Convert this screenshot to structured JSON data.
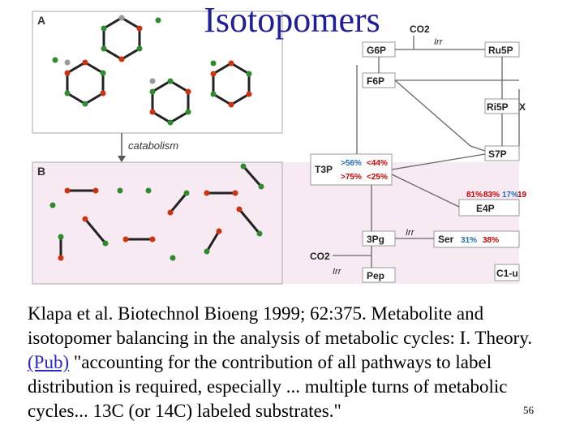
{
  "slide": {
    "title": "Isotopomers",
    "number": "56"
  },
  "figure": {
    "panel_a_label": "A",
    "panel_b_label": "B",
    "catabolism_label": "catabolism",
    "metabolites": {
      "g6p": "G6P",
      "f6p": "F6P",
      "ru5p": "Ru5P",
      "ri5p": "Ri5P",
      "x_partial": "X",
      "s7p": "S7P",
      "t3p": "T3P",
      "e4p": "E4P",
      "pg3": "3Pg",
      "ser": "Ser",
      "pep": "Pep",
      "c1u": "C1-u",
      "co2_top": "CO2",
      "co2_bottom": "CO2"
    },
    "irr_labels": [
      "Irr",
      "Irr",
      "Irr"
    ],
    "percentages": {
      "t3p_1": ">56%",
      "t3p_2": "<44%",
      "t3p_3": ">75%",
      "t3p_4": "<25%",
      "s7p_1": "81%",
      "s7p_2": "83%",
      "s7p_3": "17%",
      "s7p_4": "19",
      "ser_1": "31%",
      "ser_2": "38%"
    },
    "colors": {
      "carbon_labeled": "#cc3311",
      "carbon_unlabeled": "#2e8b2e",
      "carbon_gray": "#999999",
      "percent_red": "#cc0000",
      "percent_blue": "#1f6fb4",
      "panel_b_bg": "#f7eaf3"
    }
  },
  "caption": {
    "text_before_link": "Klapa et al. Biotechnol Bioeng 1999; 62:375. Metabolite and isotopomer balancing in the analysis of metabolic cycles: I. Theory. ",
    "link_text": "(Pub)",
    "text_after_link": " \"accounting for the contribution of all pathways to label distribution is required, especially ... multiple turns of metabolic cycles... 13C (or 14C) labeled substrates.\""
  }
}
